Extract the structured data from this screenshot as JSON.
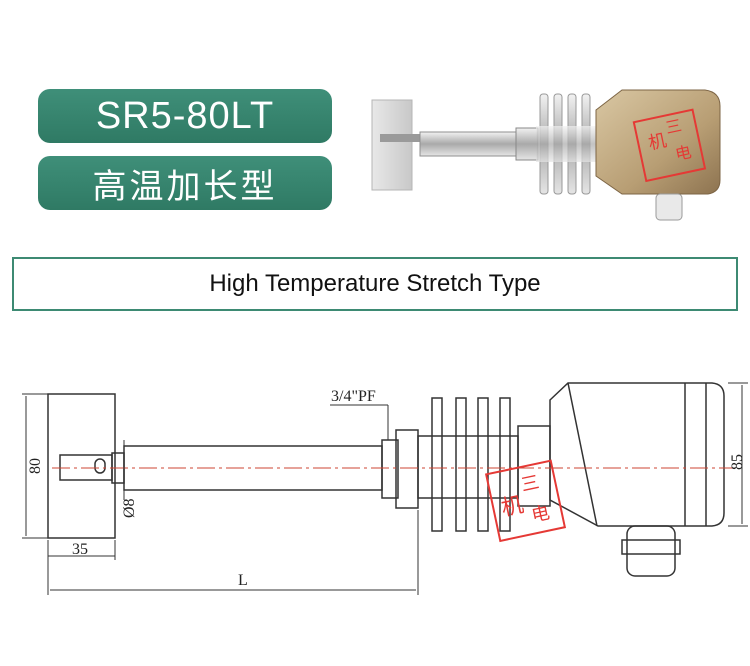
{
  "header": {
    "model_label": "SR5-80LT",
    "chinese_label": "高温加长型"
  },
  "banner": {
    "title": "High Temperature Stretch Type"
  },
  "drawing": {
    "thread_label": "3/4\"PF",
    "dim_height": "80",
    "dim_width": "35",
    "dim_diameter": "Ø8",
    "dim_length": "L",
    "dim_right": "85"
  },
  "stamp": {
    "text": "三机电"
  },
  "colors": {
    "accent_green": "#2f7a64",
    "stamp_red": "#e53935"
  }
}
